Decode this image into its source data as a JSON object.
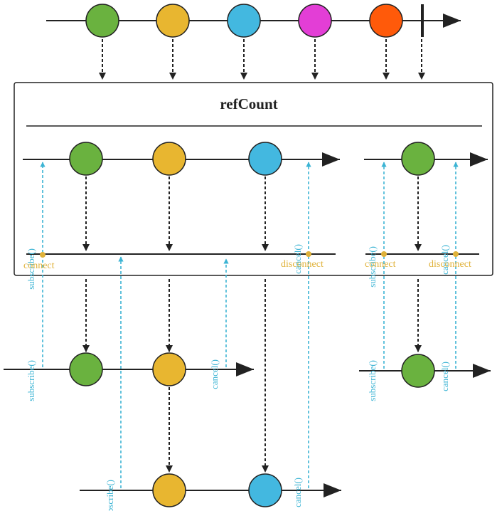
{
  "operator": {
    "name": "refCount"
  },
  "labels": {
    "subscribe": "subscribe()",
    "cancel": "cancel()",
    "connect": "connect",
    "disconnect": "disconnect"
  },
  "colors": {
    "green": "#6ab23f",
    "yellow": "#e8b630",
    "blue": "#43b8e0",
    "magenta": "#e33ed6",
    "orange": "#ff5a0a",
    "line": "#222222",
    "dash_blue": "#3cb4d4",
    "gold": "#e0b23a"
  },
  "source_emissions": [
    "green",
    "yellow",
    "blue",
    "magenta",
    "orange"
  ],
  "source_completes": true,
  "first_connection_emissions": [
    "green",
    "yellow",
    "blue"
  ],
  "second_connection_emissions": [
    "green"
  ],
  "subscriber_a_emissions": [
    "green",
    "yellow"
  ],
  "subscriber_b_emissions": [
    "yellow",
    "blue"
  ],
  "subscriber_c_emissions": [
    "green"
  ]
}
